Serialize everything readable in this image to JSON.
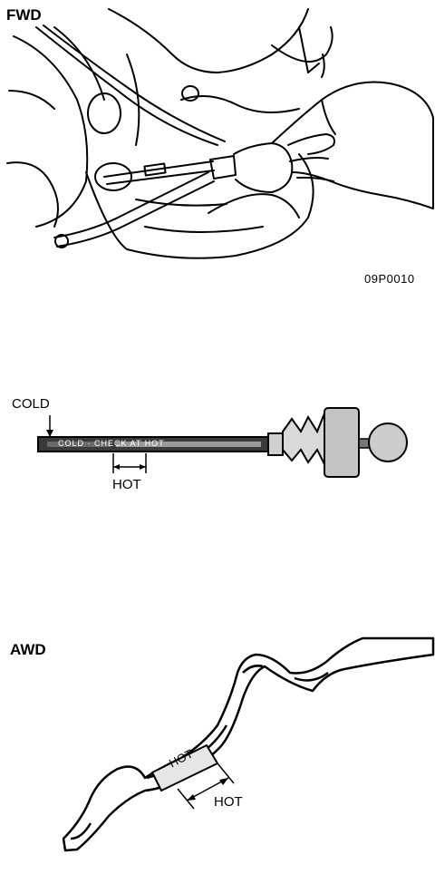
{
  "fwd": {
    "title": "FWD",
    "figure_code": "09P0010"
  },
  "dipstick": {
    "cold_label": "COLD",
    "hot_label": "HOT",
    "stick_text": "COLD  ·  CHECK AT HOT"
  },
  "awd": {
    "title": "AWD",
    "hot_mark_text": "HOT",
    "hot_label": "HOT"
  }
}
